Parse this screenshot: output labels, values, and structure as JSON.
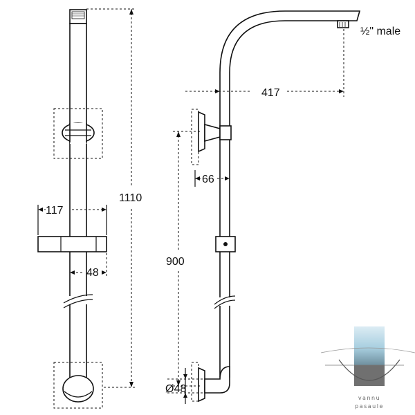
{
  "dimensions": {
    "total_height": "1110",
    "bracket_width": "117",
    "holder_offset": "48",
    "arm_reach": "417",
    "wall_offset": "66",
    "arm_height": "900",
    "pipe_diameter": "Ø48"
  },
  "thread_label": "½\" male",
  "watermark": {
    "line1": "vannu",
    "line2": "pasaule"
  }
}
